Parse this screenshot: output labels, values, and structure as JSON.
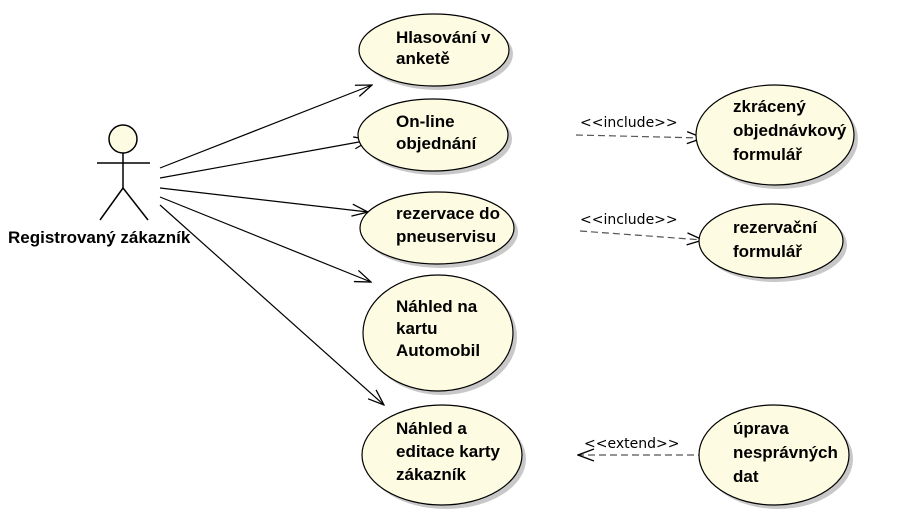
{
  "actor": {
    "name": "Registrovaný zákazník"
  },
  "use_cases": [
    {
      "id": "hlasovani",
      "lines": [
        "Hlasování v",
        "anketě"
      ]
    },
    {
      "id": "online",
      "lines": [
        "On-line",
        "objednání"
      ]
    },
    {
      "id": "rezervace",
      "lines": [
        "rezervace do",
        "pneuservisu"
      ]
    },
    {
      "id": "nahled-auto",
      "lines": [
        "Náhled na",
        "kartu",
        "Automobil"
      ]
    },
    {
      "id": "nahled-zak",
      "lines": [
        "Náhled a",
        "editace karty",
        "zákazník"
      ]
    },
    {
      "id": "zkraceny",
      "lines": [
        "zkrácený",
        "objednávkový",
        "formulář"
      ]
    },
    {
      "id": "rez-formular",
      "lines": [
        "rezervační",
        "formulář"
      ]
    },
    {
      "id": "uprava",
      "lines": [
        "úprava",
        "nesprávných",
        "dat"
      ]
    }
  ],
  "relations": [
    {
      "id": "inc-1",
      "label": "<<include>>"
    },
    {
      "id": "inc-2",
      "label": "<<include>>"
    },
    {
      "id": "ext-1",
      "label": "<<extend>>"
    }
  ],
  "colors": {
    "fill": "#fdfbe1",
    "stroke": "#000000",
    "shadow": "#c8c8c8",
    "dashed": "#555555"
  }
}
